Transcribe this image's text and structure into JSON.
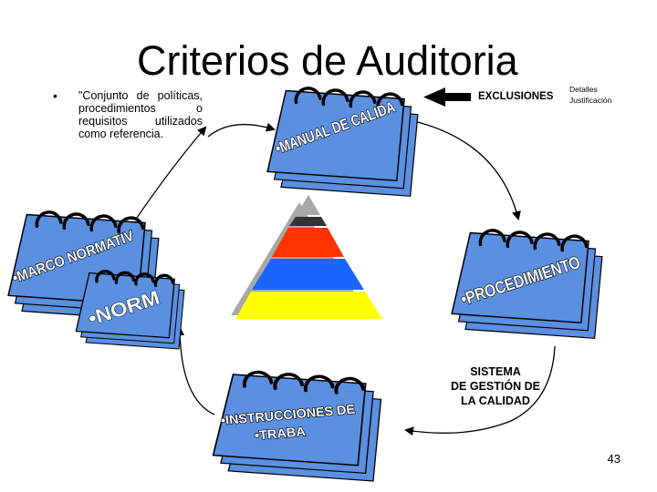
{
  "slide": {
    "title": "Criterios de Auditoria",
    "bullet": "•",
    "definition": "\"Conjunto de políticas, procedimientos o requisitos utilizados como referencia.",
    "exclusions_label": "EXCLUSIONES",
    "details_line1": "Detalles",
    "details_line2": "Justificación",
    "system_line1": "SISTEMA",
    "system_line2": "DE GESTIÓN DE",
    "system_line3": "LA CALIDAD",
    "page_number": "43"
  },
  "calendars": [
    {
      "label": "•MANUAL DE CALIDA"
    },
    {
      "label": "•MARCO NORMATIV"
    },
    {
      "label": "•NORM"
    },
    {
      "label": "•PROCEDIMIENTO"
    },
    {
      "label_line1": "•INSTRUCCIONES DE",
      "label_line2": "•TRABA"
    }
  ],
  "colors": {
    "calendar_blue": "#5B8FE0",
    "pyramid_levels": [
      "#333333",
      "#FF3300",
      "#1B66FF",
      "#FFFF00"
    ],
    "pyramid_shadow": "#A8A8A8"
  }
}
